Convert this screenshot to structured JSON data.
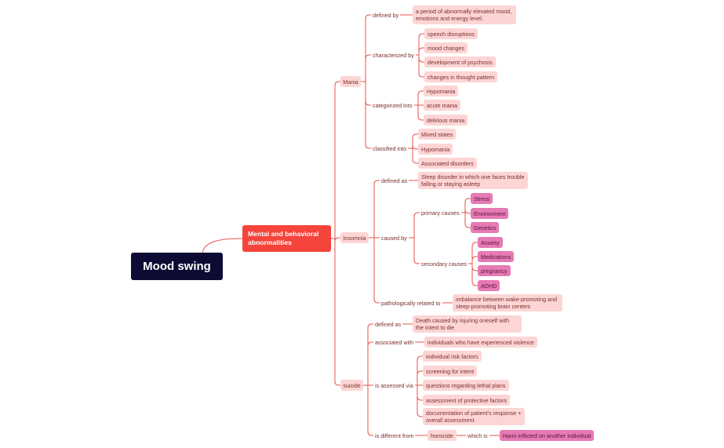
{
  "colors": {
    "root_bg": "#0b0b33",
    "main_bg": "#f4443c",
    "branch_bg": "#fcd5d4",
    "accent_pink": "#e57ab4",
    "connector": "#e8534a",
    "text": "#7a2f2f"
  },
  "map": {
    "root": "Mood swing",
    "main": "Mental and behavioral abnormalities",
    "mania": {
      "title": "Mania",
      "defined_by": {
        "label": "defined by",
        "items": [
          "a period of abnormally elevated mood, emotions and energy level."
        ]
      },
      "characterized_by": {
        "label": "characterized by",
        "items": [
          "speech disruptions",
          "mood changes",
          "development of psychosis",
          "changes in thought pattern"
        ]
      },
      "categorized_into": {
        "label": "categorized into",
        "items": [
          "Hypomania",
          "acute mania",
          "delirious mania"
        ]
      },
      "classified_into": {
        "label": "classified into",
        "items": [
          "Mixed states",
          "Hypomania",
          "Associated disorders"
        ]
      }
    },
    "insomnia": {
      "title": "Insomnia",
      "defined_as": {
        "label": "defined as",
        "items": [
          "Sleep disorder in which one faces trouble falling or staying asleep"
        ]
      },
      "caused_by": {
        "label": "caused by",
        "primary": {
          "label": "primary causes",
          "items": [
            "Stress",
            "Environment",
            "Genetics"
          ]
        },
        "secondary": {
          "label": "secondary causes",
          "items": [
            "Anxiety",
            "Medications",
            "pregnancy",
            "ADHD"
          ]
        }
      },
      "pathologically_related_to": {
        "label": "pathologically related to",
        "items": [
          "imbalance between wake-promoting and sleep-promoting brain centers"
        ]
      }
    },
    "suicide": {
      "title": "suicide",
      "defined_as": {
        "label": "defined as",
        "items": [
          "Death caused by injuring oneself with the intent to die"
        ]
      },
      "associated_with": {
        "label": "associated with",
        "items": [
          "individuals who have experienced violence"
        ]
      },
      "assessed_via": {
        "label": "is assessed via",
        "items": [
          "individual risk factors",
          "screening for intent",
          "questions regarding lethal plans",
          "assessment of protective factors",
          "documentation of patient's response + overall assessment"
        ]
      },
      "different_from": {
        "label": "is different from",
        "node": "homicide",
        "which_is_label": "which is",
        "which_is": "Harm inflicted on another individual"
      }
    }
  }
}
